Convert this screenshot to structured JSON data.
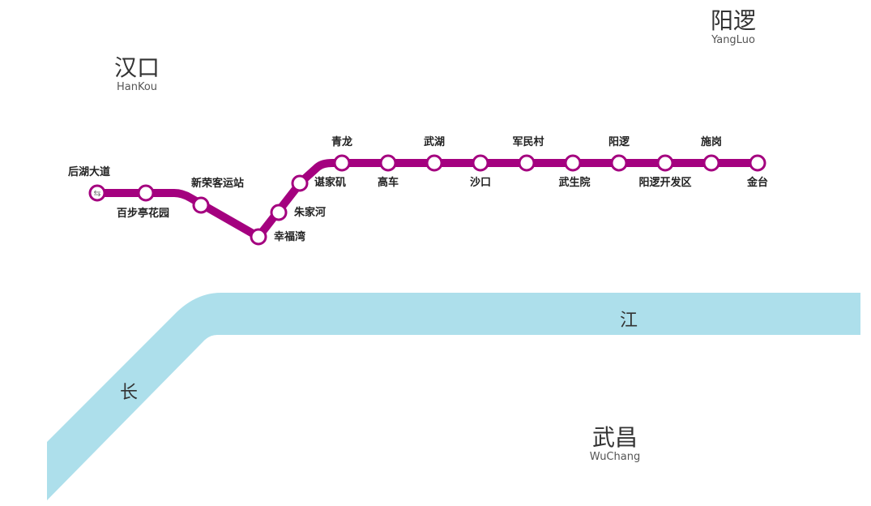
{
  "line_color": "#A4017F",
  "river_color": "#ADDFEB",
  "districts": {
    "hankou": {
      "zh": "汉口",
      "en": "HanKou"
    },
    "yangluo": {
      "zh": "阳逻",
      "en": "YangLuo"
    },
    "wuchang": {
      "zh": "武昌",
      "en": "WuChang"
    }
  },
  "river": {
    "chang": "长",
    "jiang": "江"
  },
  "stations": [
    {
      "name": "后湖大道",
      "transfer": true
    },
    {
      "name": "百步亭花园",
      "transfer": false
    },
    {
      "name": "新荣客运站",
      "transfer": false
    },
    {
      "name": "幸福湾",
      "transfer": false
    },
    {
      "name": "朱家河",
      "transfer": false
    },
    {
      "name": "谌家矶",
      "transfer": false
    },
    {
      "name": "青龙",
      "transfer": false
    },
    {
      "name": "高车",
      "transfer": false
    },
    {
      "name": "武湖",
      "transfer": false
    },
    {
      "name": "沙口",
      "transfer": false
    },
    {
      "name": "军民村",
      "transfer": false
    },
    {
      "name": "武生院",
      "transfer": false
    },
    {
      "name": "阳逻",
      "transfer": false
    },
    {
      "name": "阳逻开发区",
      "transfer": false
    },
    {
      "name": "施岗",
      "transfer": false
    },
    {
      "name": "金台",
      "transfer": false
    }
  ]
}
